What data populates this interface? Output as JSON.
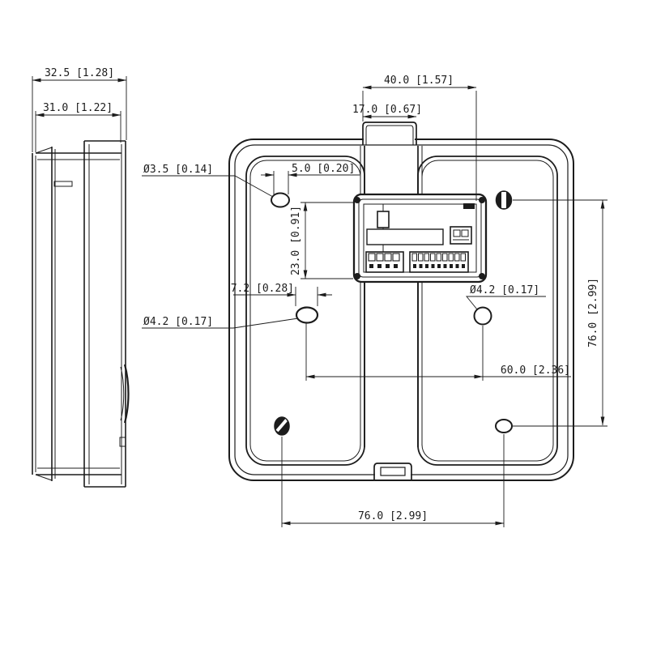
{
  "drawing": {
    "type": "technical-dimension-drawing",
    "background": "#ffffff",
    "line_color": "#1c1c1c",
    "views": {
      "side_view": {
        "label": "side profile view"
      },
      "back_view": {
        "label": "rear mounting-plate view with PCB terminals"
      }
    },
    "dimensions": {
      "side_total_depth": "32.5 [1.28]",
      "side_body_depth": "31.0 [1.22]",
      "top_width": "40.0 [1.57]",
      "top_slot_width": "17.0 [0.67]",
      "hole_top_left": "Ø3.5 [0.14]",
      "slot_top_left_length": "5.0 [0.20]",
      "pcb_opening_height": "23.0 [0.91]",
      "slot_mid_left_length": "7.2 [0.28]",
      "hole_mid_left": "Ø4.2 [0.17]",
      "hole_mid_right": "Ø4.2 [0.17]",
      "mid_hole_spacing": "60.0 [2.36]",
      "vertical_hole_spacing": "76.0 [2.99]",
      "bottom_hole_spacing": "76.0 [2.99]"
    }
  }
}
